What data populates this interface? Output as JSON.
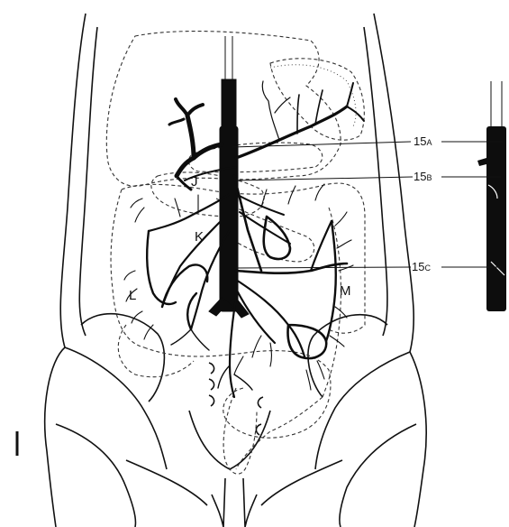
{
  "figure": {
    "region_labels": {
      "j": "J",
      "k": "K",
      "l": "L",
      "m": "M"
    },
    "callouts": [
      {
        "num": "15",
        "suffix": "A"
      },
      {
        "num": "15",
        "suffix": "B"
      },
      {
        "num": "15",
        "suffix": "C"
      }
    ]
  }
}
